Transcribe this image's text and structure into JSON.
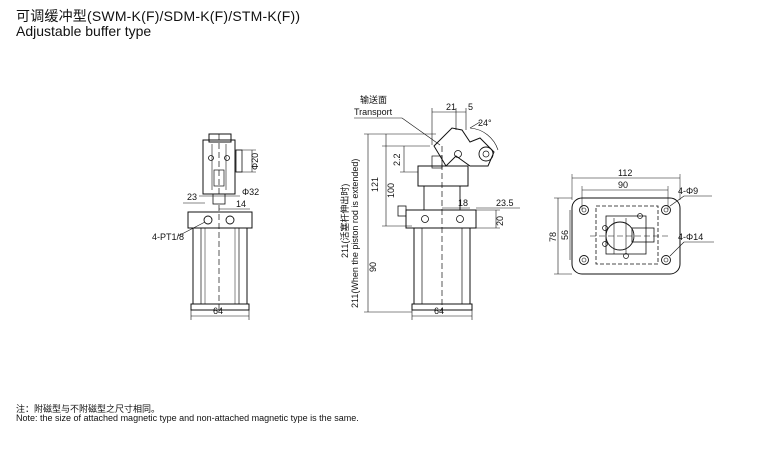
{
  "title": {
    "cn": "可调缓冲型(SWM-K(F)/SDM-K(F)/STM-K(F))",
    "en": "Adjustable buffer type"
  },
  "note": {
    "cn": "注：附磁型与不附磁型之尺寸相同。",
    "en": "Note: the size of attached magnetic type and non-attached magnetic type is the same."
  },
  "front_view": {
    "dim_phi20": "Φ20",
    "dim_phi32": "Φ32",
    "dim_23": "23",
    "dim_14": "14",
    "port_label": "4-PT1/8",
    "dim_64": "64"
  },
  "side_view": {
    "transport_cn": "输送面",
    "transport_en": "Transport",
    "dim_21": "21",
    "dim_5": "5",
    "dim_24deg": "24°",
    "dim_2_2": "2.2",
    "dim_121": "121",
    "dim_100": "100",
    "dim_90": "90",
    "dim_18": "18",
    "dim_20": "20",
    "dim_23_5": "23.5",
    "dim_64": "64",
    "extended_cn": "211(活塞杆伸出时)",
    "extended_en": "211(When the piston rod is extended)"
  },
  "top_view": {
    "dim_112": "112",
    "dim_90": "90",
    "dim_78": "78",
    "dim_56": "56",
    "hole_small": "4-Φ9",
    "hole_large": "4-Φ14"
  }
}
